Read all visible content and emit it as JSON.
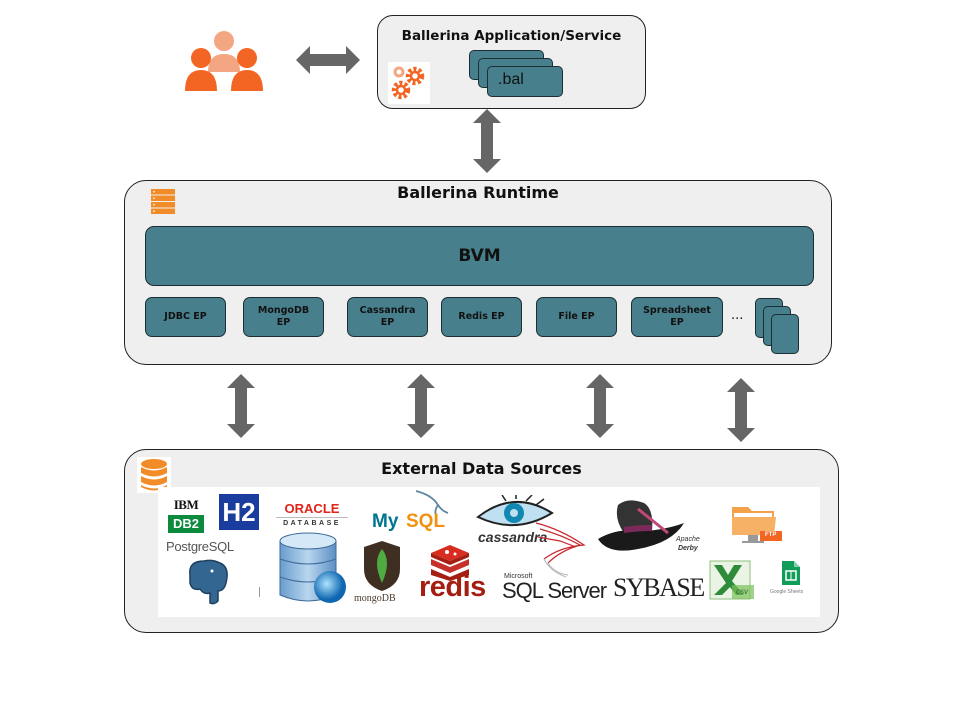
{
  "diagram": {
    "app_panel": {
      "title": "Ballerina Application/Service",
      "file_label": ".bal",
      "icon": "gears-icon"
    },
    "users": {
      "icon": "users-group-icon"
    },
    "runtime_panel": {
      "title": "Ballerina Runtime",
      "icon": "server-stack-icon",
      "vm_label": "BVM",
      "endpoints": [
        {
          "label": "JDBC EP"
        },
        {
          "label": "MongoDB\nEP"
        },
        {
          "label": "Cassandra\nEP"
        },
        {
          "label": "Redis EP"
        },
        {
          "label": "File EP"
        },
        {
          "label": "Spreadsheet\nEP"
        }
      ],
      "more_label": "..."
    },
    "sources_panel": {
      "title": "External Data Sources",
      "icon": "database-icon",
      "logos": {
        "ibm_top": "IBM",
        "ibm_bottom": "DB2",
        "h2": "H2",
        "oracle_top": "ORACLE",
        "oracle_bottom": "DATABASE",
        "mysql_a": "My",
        "mysql_b": "SQL",
        "cassandra": "cassandra",
        "derby_a": "Apache",
        "derby_b": "Derby",
        "postgres": "PostgreSQL",
        "mongodb": "mongoDB",
        "redis": "redis",
        "mssql_small": "Microsoft",
        "mssql": "SQL Server",
        "sybase": "SYBASE",
        "csv": "csv",
        "ftp": "FTP",
        "gsheets": "Google Sheets"
      }
    },
    "colors": {
      "teal": "#477f8c",
      "orange": "#f26522",
      "arrow": "#666666",
      "panel_bg": "#efefef"
    }
  }
}
